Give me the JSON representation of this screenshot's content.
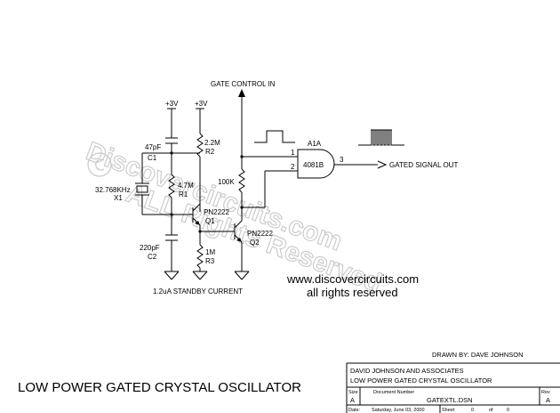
{
  "watermark": {
    "line1": "Discovercircuits.com",
    "line2": "ALL Rights Reserved"
  },
  "labels": {
    "gate_control_in": "GATE CONTROL IN",
    "supply_1": "+3V",
    "supply_2": "+3V",
    "c1_value": "47pF",
    "c1_ref": "C1",
    "r2_value": "2.2M",
    "r2_ref": "R2",
    "r1_value": "4.7M",
    "r1_ref": "R1",
    "x1_value": "32.768KHz",
    "x1_ref": "X1",
    "r_gate_value": "100K",
    "q1_part": "PN2222",
    "q1_ref": "Q1",
    "q2_part": "PN2222",
    "q2_ref": "Q2",
    "c2_value": "220pF",
    "c2_ref": "C2",
    "r3_value": "1M",
    "r3_ref": "R3",
    "u1_ref": "A1A",
    "u1_part": "4081B",
    "pin1": "1",
    "pin2": "2",
    "pin3": "3",
    "gated_signal_out": "GATED SIGNAL OUT",
    "standby_current": "1.2uA STANDBY CURRENT"
  },
  "website": {
    "url": "www.discovercircuits.com",
    "rights": "all rights reserved"
  },
  "drawn_by": "DRAWN BY: DAVE JOHNSON",
  "main_title": "LOW POWER GATED CRYSTAL OSCILLATOR",
  "title_block": {
    "company": "DAVID JOHNSON AND ASSOCIATES",
    "title": "LOW POWER GATED CRYSTAL OSCILLATOR",
    "size_label": "Size",
    "size_value": "A",
    "doc_label": "Document Number",
    "doc_value": "GATEXTL.DSN",
    "rev_label": "Rev",
    "rev_value": "A",
    "date_label": "Date:",
    "date_value": "Saturday, June 03, 2000",
    "sheet_label": "Sheet",
    "sheet_num": "0",
    "of_label": "of",
    "sheet_total": "0"
  }
}
